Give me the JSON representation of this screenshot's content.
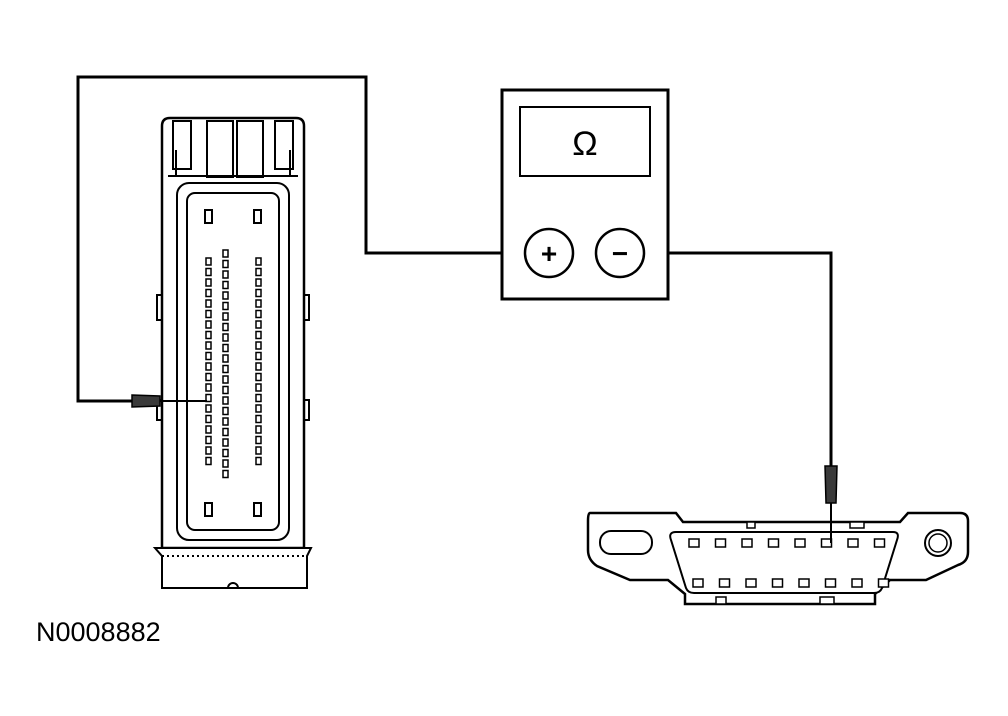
{
  "figure_id": "N0008882",
  "meter": {
    "display_symbol": "Ω",
    "positive_symbol": "+",
    "negative_symbol": "−"
  },
  "colors": {
    "line": "#000000",
    "background": "#ffffff",
    "probe_fill": "#3a3a3a"
  },
  "icons": [
    "ohmmeter",
    "ecu-connector",
    "dlc-connector",
    "probe-tip"
  ]
}
